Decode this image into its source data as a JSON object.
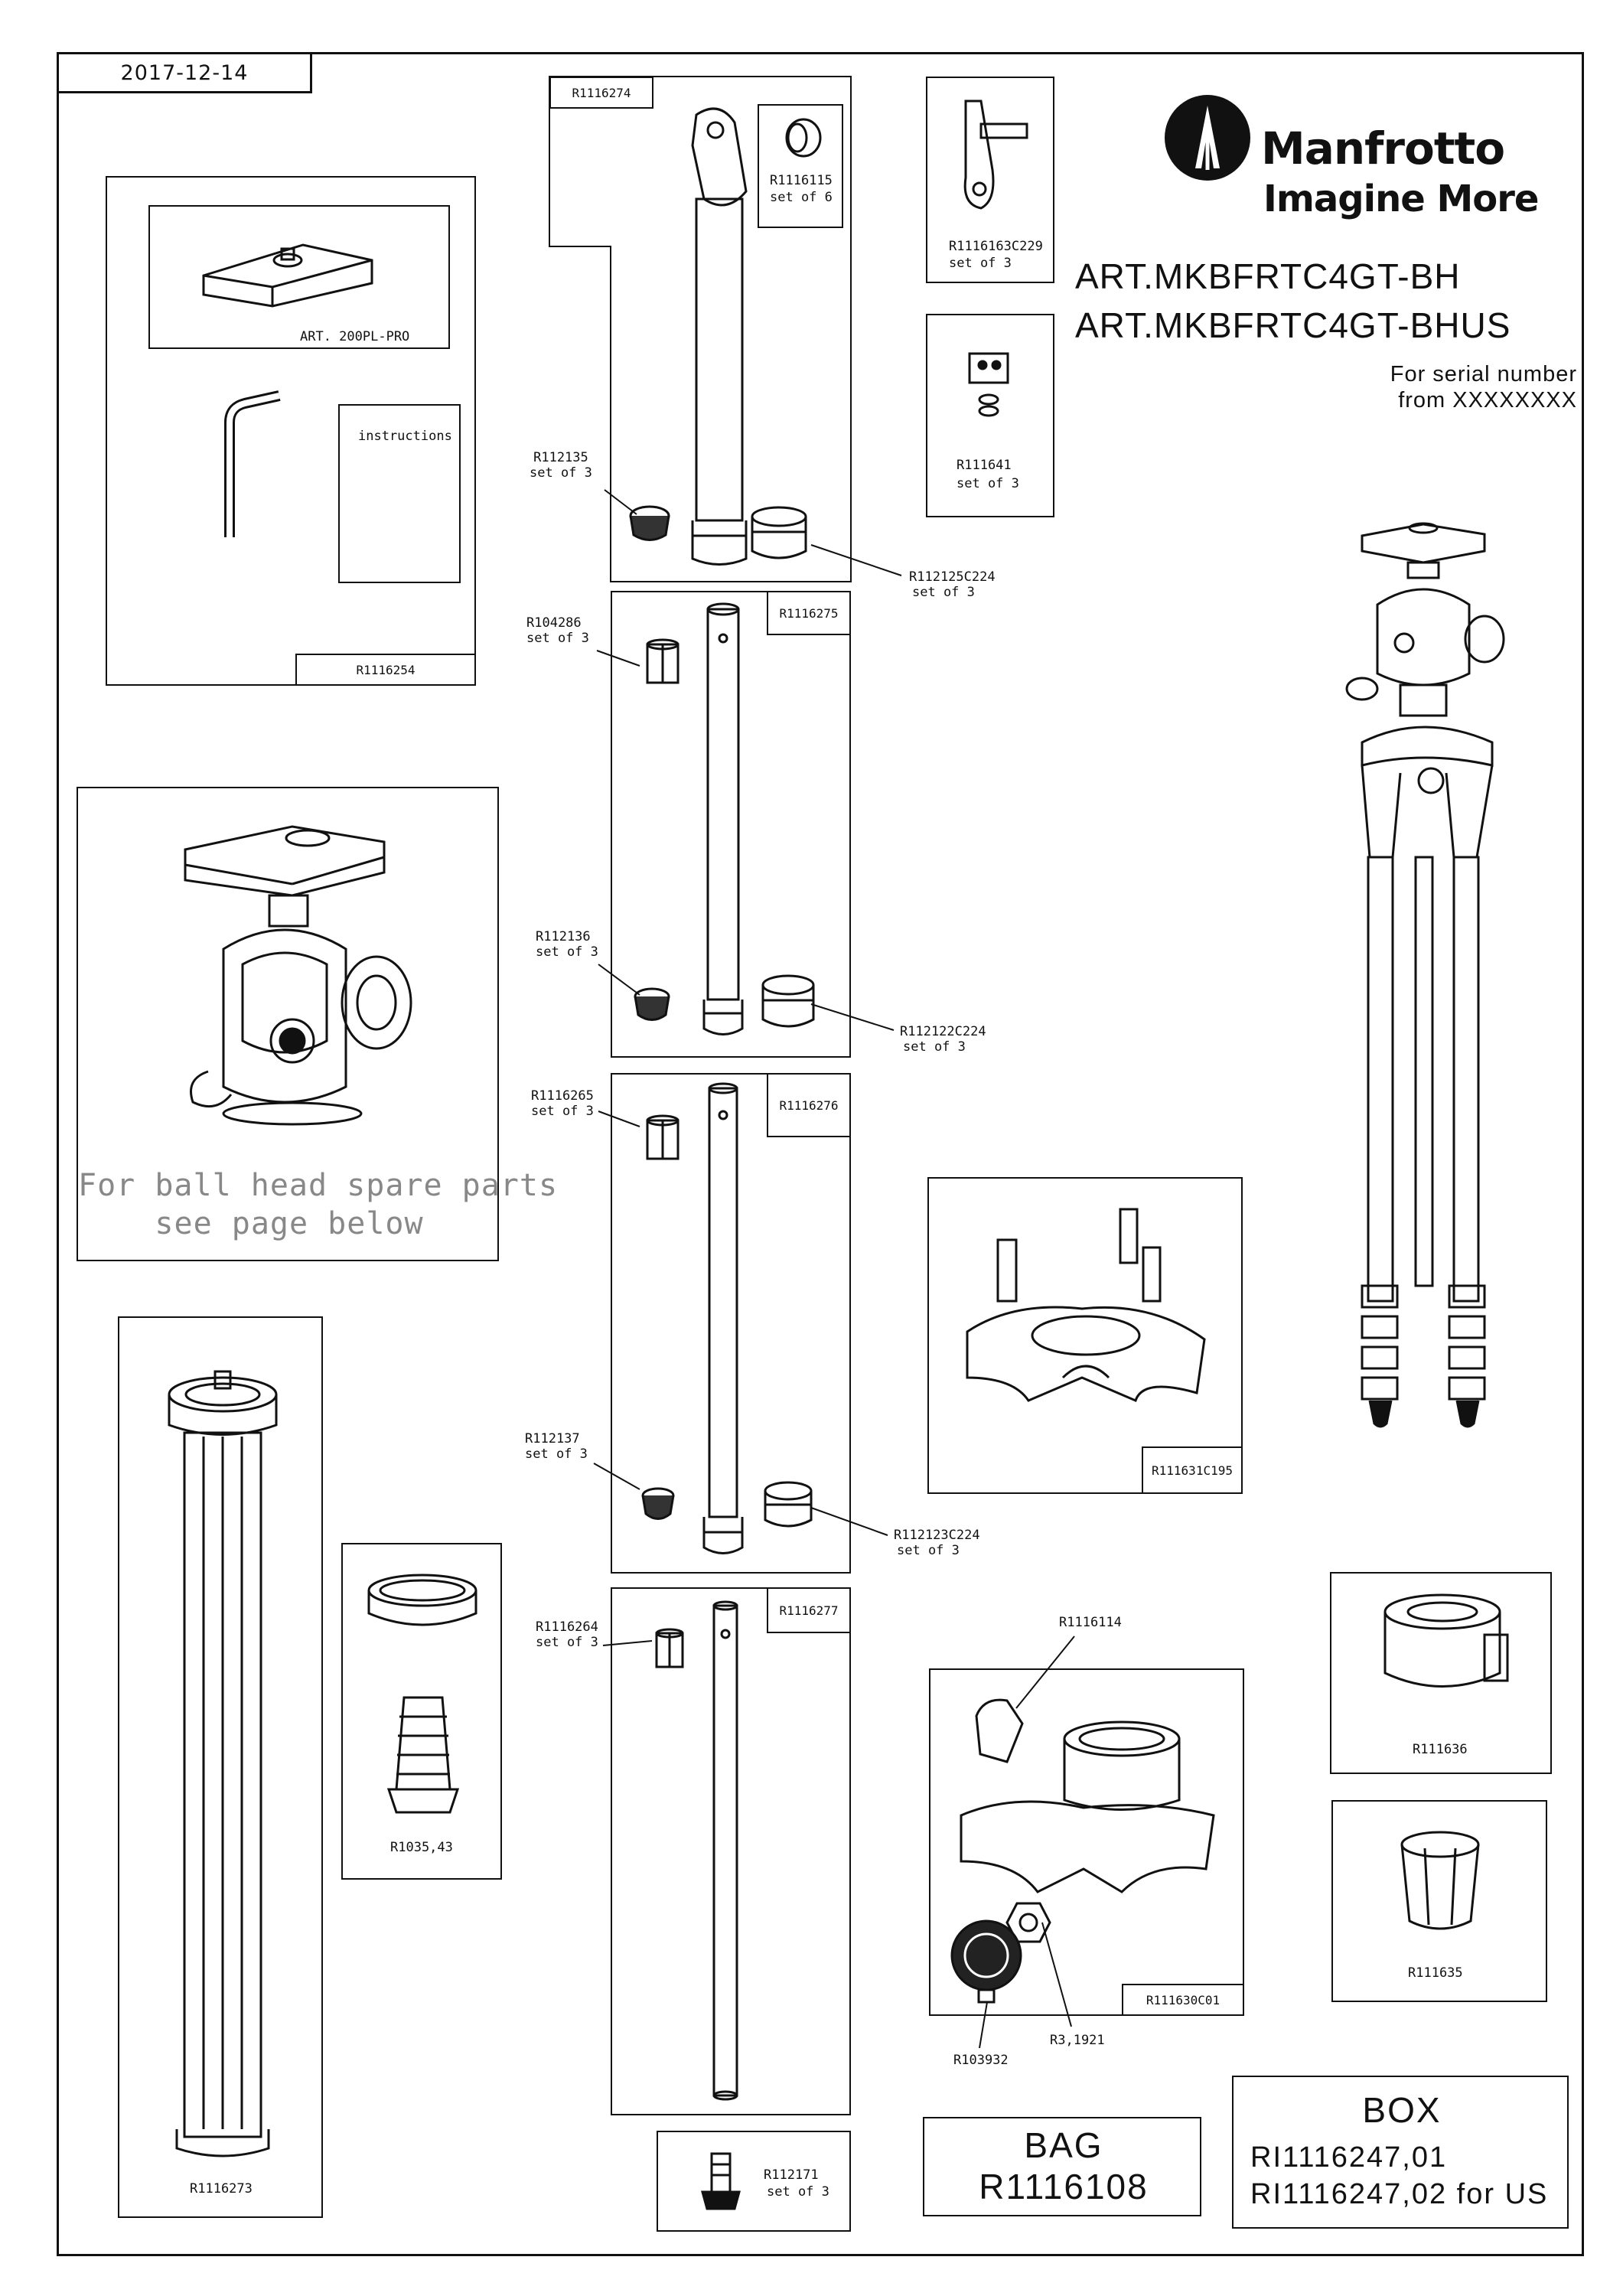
{
  "date": "2017-12-14",
  "brand": {
    "name": "Manfrotto",
    "tagline": "Imagine More"
  },
  "articles": [
    "ART.MKBFRTC4GT-BH",
    "ART.MKBFRTC4GT-BHUS"
  ],
  "serial": {
    "line1": "For serial number",
    "line2": "from XXXXXXXX"
  },
  "accessory_kit": {
    "code": "R1116254",
    "plate": "ART. 200PL-PRO",
    "instructions": "instructions"
  },
  "ball_head_note": {
    "line1": "For ball head spare parts",
    "line2": "see page below"
  },
  "column": {
    "code": "R1116273"
  },
  "spike_kit": {
    "code": "R1035,43"
  },
  "legs": [
    {
      "code": "R1116274",
      "foot": "R112135",
      "foot_qty": "set of 3",
      "collar": "R112125C224",
      "collar_qty": "set of 3"
    },
    {
      "code": "R1116275",
      "top": "R104286",
      "top_qty": "set of 3",
      "foot": "R112136",
      "foot_qty": "set of 3",
      "collar": "R112122C224",
      "collar_qty": "set of 3"
    },
    {
      "code": "R1116276",
      "top": "R1116265",
      "top_qty": "set of 3",
      "foot": "R112137",
      "foot_qty": "set of 3",
      "collar": "R112123C224",
      "collar_qty": "set of 3"
    },
    {
      "code": "R1116277",
      "top": "R1116264",
      "top_qty": "set of 3"
    }
  ],
  "parts": {
    "ring": {
      "code": "R1116115",
      "qty": "set of 6"
    },
    "lever": {
      "code": "R1116163C229",
      "qty": "set of 3"
    },
    "lock": {
      "code": "R111641",
      "qty": "set of 3"
    },
    "spider": {
      "code": "R111631C195"
    },
    "base": {
      "code": "R111630C01"
    },
    "base_lever": {
      "code": "R1116114"
    },
    "knob": {
      "code": "R103932"
    },
    "nut": {
      "code": "R3,1921"
    },
    "clamp": {
      "code": "R111636"
    },
    "bushing": {
      "code": "R111635"
    },
    "screw": {
      "code": "R112171",
      "qty": "set of 3"
    }
  },
  "bag": {
    "title": "BAG",
    "code": "R1116108"
  },
  "box": {
    "title": "BOX",
    "line1": "RI1116247,01",
    "line2": "RI1116247,02 for US"
  }
}
